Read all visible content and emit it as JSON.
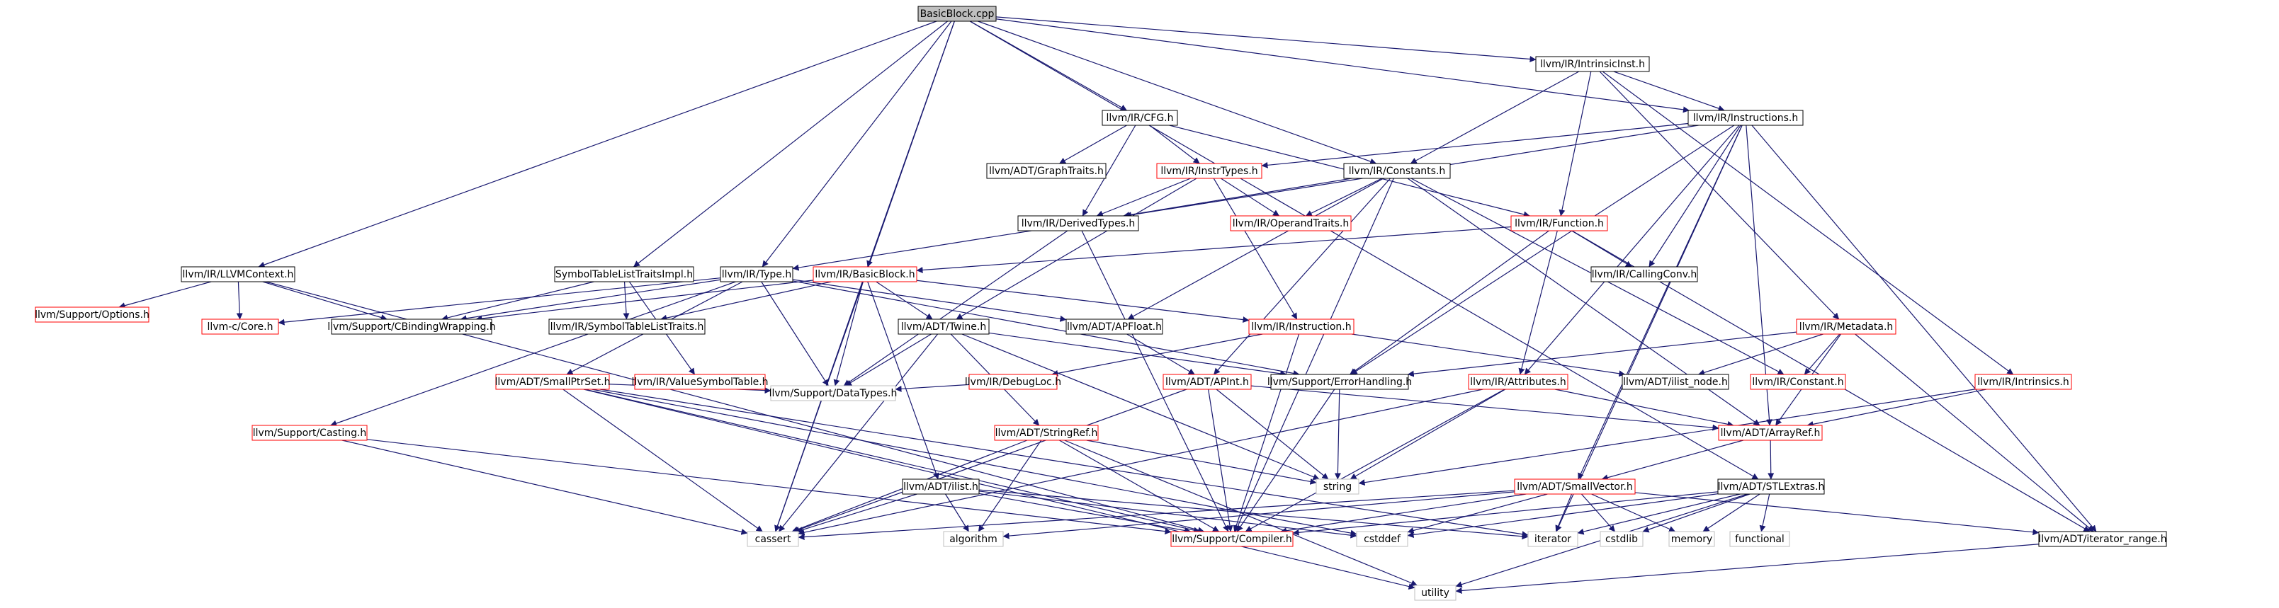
{
  "colors": {
    "root_fill": "#bfbfbf",
    "node_fill": "#ffffff",
    "black_border": "#000000",
    "red_border": "#ff0000",
    "gray_border": "#bfbfbf",
    "edge": "#191970",
    "text": "#000000"
  },
  "nodes": [
    {
      "id": "basicblock_cpp",
      "label": "BasicBlock.cpp",
      "kind": "root"
    },
    {
      "id": "intrinsicinst_h",
      "label": "llvm/IR/IntrinsicInst.h",
      "kind": "black"
    },
    {
      "id": "cfg_h",
      "label": "llvm/IR/CFG.h",
      "kind": "black"
    },
    {
      "id": "instructions_h",
      "label": "llvm/IR/Instructions.h",
      "kind": "black"
    },
    {
      "id": "graphtraits_h",
      "label": "llvm/ADT/GraphTraits.h",
      "kind": "black"
    },
    {
      "id": "instrtypes_h",
      "label": "llvm/IR/InstrTypes.h",
      "kind": "red"
    },
    {
      "id": "constants_h",
      "label": "llvm/IR/Constants.h",
      "kind": "black"
    },
    {
      "id": "derivedtypes_h",
      "label": "llvm/IR/DerivedTypes.h",
      "kind": "black"
    },
    {
      "id": "operandtraits_h",
      "label": "llvm/IR/OperandTraits.h",
      "kind": "red"
    },
    {
      "id": "function_h",
      "label": "llvm/IR/Function.h",
      "kind": "red"
    },
    {
      "id": "llvmcontext_h",
      "label": "llvm/IR/LLVMContext.h",
      "kind": "black"
    },
    {
      "id": "symtabtraitsimpl_h",
      "label": "SymbolTableListTraitsImpl.h",
      "kind": "black"
    },
    {
      "id": "type_h",
      "label": "llvm/IR/Type.h",
      "kind": "black"
    },
    {
      "id": "basicblock_h",
      "label": "llvm/IR/BasicBlock.h",
      "kind": "red"
    },
    {
      "id": "callingconv_h",
      "label": "llvm/IR/CallingConv.h",
      "kind": "black"
    },
    {
      "id": "options_h",
      "label": "llvm/Support/Options.h",
      "kind": "red"
    },
    {
      "id": "core_h",
      "label": "llvm-c/Core.h",
      "kind": "red"
    },
    {
      "id": "cbinding_h",
      "label": "llvm/Support/CBindingWrapping.h",
      "kind": "black"
    },
    {
      "id": "symtabtraits_h",
      "label": "llvm/IR/SymbolTableListTraits.h",
      "kind": "black"
    },
    {
      "id": "twine_h",
      "label": "llvm/ADT/Twine.h",
      "kind": "black"
    },
    {
      "id": "apfloat_h",
      "label": "llvm/ADT/APFloat.h",
      "kind": "black"
    },
    {
      "id": "instruction_h",
      "label": "llvm/IR/Instruction.h",
      "kind": "red"
    },
    {
      "id": "metadata_h",
      "label": "llvm/IR/Metadata.h",
      "kind": "red"
    },
    {
      "id": "smallptrset_h",
      "label": "llvm/ADT/SmallPtrSet.h",
      "kind": "red"
    },
    {
      "id": "valuesymtab_h",
      "label": "llvm/IR/ValueSymbolTable.h",
      "kind": "red"
    },
    {
      "id": "debugloc_h",
      "label": "llvm/IR/DebugLoc.h",
      "kind": "red"
    },
    {
      "id": "apint_h",
      "label": "llvm/ADT/APInt.h",
      "kind": "red"
    },
    {
      "id": "errorhandling_h",
      "label": "llvm/Support/ErrorHandling.h",
      "kind": "black"
    },
    {
      "id": "attributes_h",
      "label": "llvm/IR/Attributes.h",
      "kind": "red"
    },
    {
      "id": "ilist_node_h",
      "label": "llvm/ADT/ilist_node.h",
      "kind": "black"
    },
    {
      "id": "constant_h",
      "label": "llvm/IR/Constant.h",
      "kind": "red"
    },
    {
      "id": "intrinsics_h",
      "label": "llvm/IR/Intrinsics.h",
      "kind": "red"
    },
    {
      "id": "casting_h",
      "label": "llvm/Support/Casting.h",
      "kind": "red"
    },
    {
      "id": "datatypes_h",
      "label": "llvm/Support/DataTypes.h",
      "kind": "gray"
    },
    {
      "id": "stringref_h",
      "label": "llvm/ADT/StringRef.h",
      "kind": "red"
    },
    {
      "id": "arrayref_h",
      "label": "llvm/ADT/ArrayRef.h",
      "kind": "red"
    },
    {
      "id": "string",
      "label": "string",
      "kind": "gray"
    },
    {
      "id": "ilist_h",
      "label": "llvm/ADT/ilist.h",
      "kind": "black"
    },
    {
      "id": "smallvector_h",
      "label": "llvm/ADT/SmallVector.h",
      "kind": "red"
    },
    {
      "id": "stlextras_h",
      "label": "llvm/ADT/STLExtras.h",
      "kind": "black"
    },
    {
      "id": "cassert",
      "label": "cassert",
      "kind": "gray"
    },
    {
      "id": "algorithm",
      "label": "algorithm",
      "kind": "gray"
    },
    {
      "id": "compiler_h",
      "label": "llvm/Support/Compiler.h",
      "kind": "red"
    },
    {
      "id": "cstddef",
      "label": "cstddef",
      "kind": "gray"
    },
    {
      "id": "iterator",
      "label": "iterator",
      "kind": "gray"
    },
    {
      "id": "cstdlib",
      "label": "cstdlib",
      "kind": "gray"
    },
    {
      "id": "memory",
      "label": "memory",
      "kind": "gray"
    },
    {
      "id": "functional",
      "label": "functional",
      "kind": "gray"
    },
    {
      "id": "iterator_range_h",
      "label": "llvm/ADT/iterator_range.h",
      "kind": "black"
    },
    {
      "id": "utility",
      "label": "utility",
      "kind": "gray"
    }
  ],
  "edges": [
    [
      "basicblock_cpp",
      "intrinsicinst_h"
    ],
    [
      "basicblock_cpp",
      "cfg_h"
    ],
    [
      "basicblock_cpp",
      "instructions_h"
    ],
    [
      "basicblock_cpp",
      "constants_h"
    ],
    [
      "basicblock_cpp",
      "llvmcontext_h"
    ],
    [
      "basicblock_cpp",
      "symtabtraitsimpl_h"
    ],
    [
      "basicblock_cpp",
      "type_h"
    ],
    [
      "basicblock_cpp",
      "basicblock_h"
    ],
    [
      "basicblock_cpp",
      "cassert"
    ],
    [
      "basicblock_cpp",
      "stlextras_h"
    ],
    [
      "intrinsicinst_h",
      "instructions_h"
    ],
    [
      "intrinsicinst_h",
      "constants_h"
    ],
    [
      "intrinsicinst_h",
      "function_h"
    ],
    [
      "intrinsicinst_h",
      "metadata_h"
    ],
    [
      "intrinsicinst_h",
      "intrinsics_h"
    ],
    [
      "cfg_h",
      "graphtraits_h"
    ],
    [
      "cfg_h",
      "instrtypes_h"
    ],
    [
      "cfg_h",
      "function_h"
    ],
    [
      "cfg_h",
      "derivedtypes_h"
    ],
    [
      "instructions_h",
      "instrtypes_h"
    ],
    [
      "instructions_h",
      "derivedtypes_h"
    ],
    [
      "instructions_h",
      "callingconv_h"
    ],
    [
      "instructions_h",
      "errorhandling_h"
    ],
    [
      "instructions_h",
      "arrayref_h"
    ],
    [
      "instructions_h",
      "attributes_h"
    ],
    [
      "instructions_h",
      "smallvector_h"
    ],
    [
      "instructions_h",
      "iterator_range_h"
    ],
    [
      "instructions_h",
      "iterator"
    ],
    [
      "instrtypes_h",
      "operandtraits_h"
    ],
    [
      "instrtypes_h",
      "derivedtypes_h"
    ],
    [
      "instrtypes_h",
      "instruction_h"
    ],
    [
      "instrtypes_h",
      "twine_h"
    ],
    [
      "constants_h",
      "derivedtypes_h"
    ],
    [
      "constants_h",
      "operandtraits_h"
    ],
    [
      "constants_h",
      "apint_h"
    ],
    [
      "constants_h",
      "apfloat_h"
    ],
    [
      "constants_h",
      "constant_h"
    ],
    [
      "constants_h",
      "arrayref_h"
    ],
    [
      "constants_h",
      "compiler_h"
    ],
    [
      "derivedtypes_h",
      "type_h"
    ],
    [
      "derivedtypes_h",
      "datatypes_h"
    ],
    [
      "derivedtypes_h",
      "compiler_h"
    ],
    [
      "function_h",
      "basicblock_h"
    ],
    [
      "function_h",
      "callingconv_h"
    ],
    [
      "function_h",
      "attributes_h"
    ],
    [
      "function_h",
      "iterator_range_h"
    ],
    [
      "function_h",
      "errorhandling_h"
    ],
    [
      "llvmcontext_h",
      "core_h"
    ],
    [
      "llvmcontext_h",
      "options_h"
    ],
    [
      "llvmcontext_h",
      "cbinding_h"
    ],
    [
      "llvmcontext_h",
      "compiler_h"
    ],
    [
      "symtabtraitsimpl_h",
      "symtabtraits_h"
    ],
    [
      "symtabtraitsimpl_h",
      "valuesymtab_h"
    ],
    [
      "symtabtraitsimpl_h",
      "cbinding_h"
    ],
    [
      "type_h",
      "core_h"
    ],
    [
      "type_h",
      "cbinding_h"
    ],
    [
      "type_h",
      "casting_h"
    ],
    [
      "type_h",
      "datatypes_h"
    ],
    [
      "type_h",
      "errorhandling_h"
    ],
    [
      "type_h",
      "apfloat_h"
    ],
    [
      "type_h",
      "smallptrset_h"
    ],
    [
      "basicblock_h",
      "twine_h"
    ],
    [
      "basicblock_h",
      "instruction_h"
    ],
    [
      "basicblock_h",
      "symtabtraits_h"
    ],
    [
      "basicblock_h",
      "datatypes_h"
    ],
    [
      "basicblock_h",
      "cbinding_h"
    ],
    [
      "basicblock_h",
      "ilist_h"
    ],
    [
      "basicblock_h",
      "cassert"
    ],
    [
      "twine_h",
      "stringref_h"
    ],
    [
      "twine_h",
      "errorhandling_h"
    ],
    [
      "twine_h",
      "datatypes_h"
    ],
    [
      "twine_h",
      "cassert"
    ],
    [
      "twine_h",
      "string"
    ],
    [
      "apfloat_h",
      "apint_h"
    ],
    [
      "instruction_h",
      "debugloc_h"
    ],
    [
      "instruction_h",
      "ilist_node_h"
    ],
    [
      "instruction_h",
      "compiler_h"
    ],
    [
      "metadata_h",
      "arrayref_h"
    ],
    [
      "metadata_h",
      "constant_h"
    ],
    [
      "metadata_h",
      "errorhandling_h"
    ],
    [
      "metadata_h",
      "ilist_node_h"
    ],
    [
      "metadata_h",
      "iterator_range_h"
    ],
    [
      "smallptrset_h",
      "datatypes_h"
    ],
    [
      "smallptrset_h",
      "compiler_h"
    ],
    [
      "smallptrset_h",
      "cassert"
    ],
    [
      "smallptrset_h",
      "cstddef"
    ],
    [
      "smallptrset_h",
      "iterator"
    ],
    [
      "smallptrset_h",
      "utility"
    ],
    [
      "debugloc_h",
      "datatypes_h"
    ],
    [
      "apint_h",
      "arrayref_h"
    ],
    [
      "apint_h",
      "compiler_h"
    ],
    [
      "apint_h",
      "cassert"
    ],
    [
      "apint_h",
      "string"
    ],
    [
      "errorhandling_h",
      "compiler_h"
    ],
    [
      "errorhandling_h",
      "string"
    ],
    [
      "attributes_h",
      "arrayref_h"
    ],
    [
      "attributes_h",
      "compiler_h"
    ],
    [
      "attributes_h",
      "string"
    ],
    [
      "attributes_h",
      "cassert"
    ],
    [
      "intrinsics_h",
      "arrayref_h"
    ],
    [
      "intrinsics_h",
      "string"
    ],
    [
      "casting_h",
      "compiler_h"
    ],
    [
      "casting_h",
      "cassert"
    ],
    [
      "stringref_h",
      "compiler_h"
    ],
    [
      "stringref_h",
      "algorithm"
    ],
    [
      "stringref_h",
      "cassert"
    ],
    [
      "stringref_h",
      "string"
    ],
    [
      "stringref_h",
      "utility"
    ],
    [
      "arrayref_h",
      "smallvector_h"
    ],
    [
      "arrayref_h",
      "stlextras_h"
    ],
    [
      "ilist_h",
      "compiler_h"
    ],
    [
      "ilist_h",
      "algorithm"
    ],
    [
      "ilist_h",
      "cassert"
    ],
    [
      "ilist_h",
      "cstddef"
    ],
    [
      "ilist_h",
      "iterator"
    ],
    [
      "smallvector_h",
      "compiler_h"
    ],
    [
      "smallvector_h",
      "algorithm"
    ],
    [
      "smallvector_h",
      "cassert"
    ],
    [
      "smallvector_h",
      "cstddef"
    ],
    [
      "smallvector_h",
      "cstdlib"
    ],
    [
      "smallvector_h",
      "iterator"
    ],
    [
      "smallvector_h",
      "memory"
    ],
    [
      "smallvector_h",
      "iterator_range_h"
    ],
    [
      "stlextras_h",
      "compiler_h"
    ],
    [
      "stlextras_h",
      "cstddef"
    ],
    [
      "stlextras_h",
      "cstdlib"
    ],
    [
      "stlextras_h",
      "functional"
    ],
    [
      "stlextras_h",
      "iterator"
    ],
    [
      "stlextras_h",
      "memory"
    ],
    [
      "stlextras_h",
      "utility"
    ],
    [
      "iterator_range_h",
      "utility"
    ]
  ]
}
